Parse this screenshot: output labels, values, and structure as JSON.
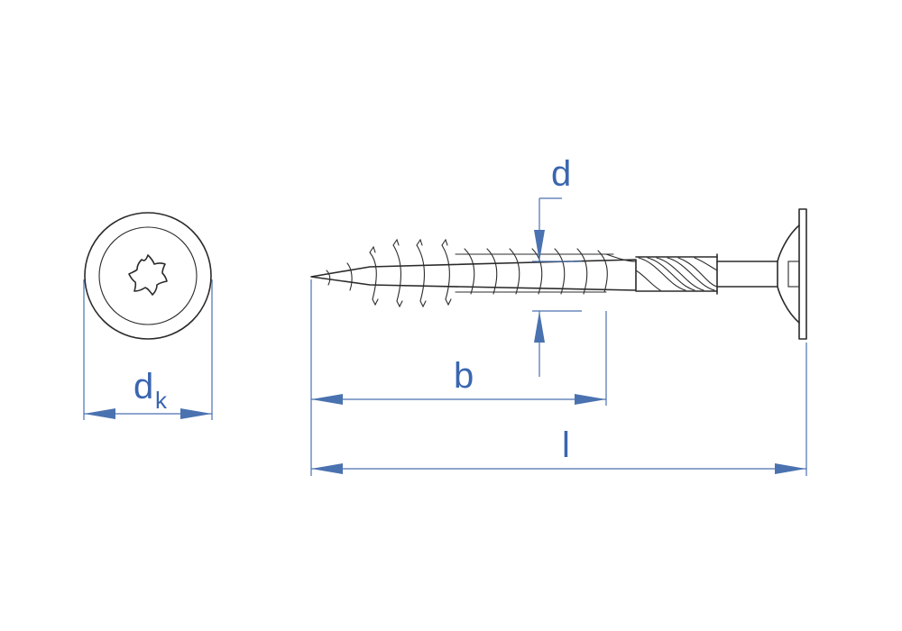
{
  "dimensions": {
    "head_diameter": {
      "symbol": "d",
      "subscript": "k"
    },
    "thread_length": {
      "symbol": "b"
    },
    "nominal_diameter": {
      "symbol": "d"
    },
    "total_length": {
      "symbol": "l"
    }
  },
  "colors": {
    "outline": "#2b2b2b",
    "dimension": "#4a72b0",
    "dimension_text": "#3a66b0"
  }
}
